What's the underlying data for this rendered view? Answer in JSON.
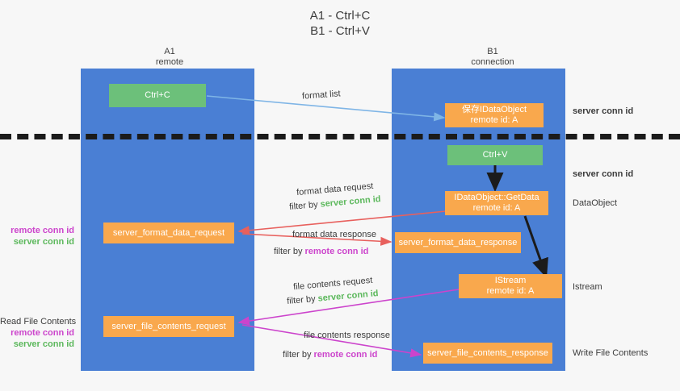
{
  "title": {
    "line1": "A1 - Ctrl+C",
    "line2": "B1 - Ctrl+V"
  },
  "lanes": [
    {
      "name": "A1",
      "sub": "remote"
    },
    {
      "name": "B1",
      "sub": "connection"
    }
  ],
  "boxes": {
    "ctrl_c": "Ctrl+C",
    "ctrl_v": "Ctrl+V",
    "save_idataobject_l1": "保存IDataObject",
    "save_idataobject_l2": "remote id: A",
    "getdata_l1": "IDataObject::GetData",
    "getdata_l2": "remote id: A",
    "istream_l1": "IStream",
    "istream_l2": "remote id: A",
    "server_format_data_request": "server_format_data_request",
    "server_format_data_response": "server_format_data_response",
    "server_file_contents_request": "server_file_contents_request",
    "server_file_contents_response": "server_file_contents_response"
  },
  "arrow_labels": {
    "format_list": "format list",
    "format_data_request": "format data request",
    "format_data_request_filter_pre": "filter by ",
    "format_data_request_filter_key": "server conn id",
    "format_data_response": "format data response",
    "format_data_response_filter_pre": "filter by ",
    "format_data_response_filter_key": "remote conn id",
    "file_contents_request": "file contents request",
    "file_contents_request_filter_pre": "filter by ",
    "file_contents_request_filter_key": "server conn id",
    "file_contents_response": "file contents response",
    "file_contents_response_filter_pre": "filter by ",
    "file_contents_response_filter_key": "remote conn id"
  },
  "right_labels": {
    "server_conn_id_1": "server conn id",
    "server_conn_id_2": "server conn id",
    "data_object": "DataObject",
    "istream": "Istream",
    "write_file_contents": "Write File Contents"
  },
  "left_labels": {
    "remote_conn_id_1": "remote conn id",
    "server_conn_id_1": "server conn id",
    "read_file_contents": "Read File Contents",
    "remote_conn_id_2": "remote conn id",
    "server_conn_id_2": "server conn id"
  },
  "colors": {
    "lane": "#4a7fd4",
    "green_box": "#6cc07a",
    "orange_box": "#f9a84d",
    "background": "#f7f7f7",
    "arrow_blue": "#7fb5e6",
    "arrow_red": "#e8605d",
    "arrow_magenta": "#cc44cc",
    "arrow_black": "#1b1b1b",
    "server_conn_text": "#5cb85c",
    "remote_conn_text": "#cc44cc"
  }
}
